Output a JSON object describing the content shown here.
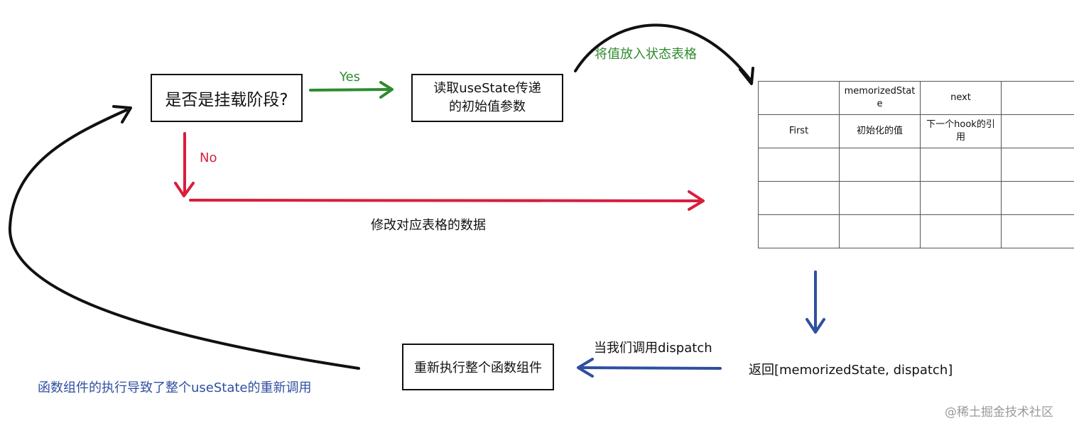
{
  "colors": {
    "black": "#111111",
    "green": "#2e8b2e",
    "red": "#d81e3c",
    "blue": "#2f4fa0"
  },
  "nodes": {
    "is_mount_phase": "是否是挂载阶段?",
    "read_initial_line1": "读取useState传递",
    "read_initial_line2": "的初始值参数",
    "rerun_component": "重新执行整个函数组件"
  },
  "edge_labels": {
    "yes": "Yes",
    "no": "No",
    "put_into_table": "将值放入状态表格",
    "modify_table": "修改对应表格的数据",
    "when_dispatch": "当我们调用dispatch",
    "return_value": "返回[memorizedState, dispatch]",
    "rerender_note": "函数组件的执行导致了整个useState的重新调用"
  },
  "state_table": {
    "rows": [
      [
        "",
        "memorizedState",
        "next",
        ""
      ],
      [
        "First",
        "初始化的值",
        "下一个hook的引用",
        ""
      ],
      [
        "",
        "",
        "",
        ""
      ],
      [
        "",
        "",
        "",
        ""
      ],
      [
        "",
        "",
        "",
        ""
      ]
    ]
  },
  "watermark": "@稀土掘金技术社区"
}
